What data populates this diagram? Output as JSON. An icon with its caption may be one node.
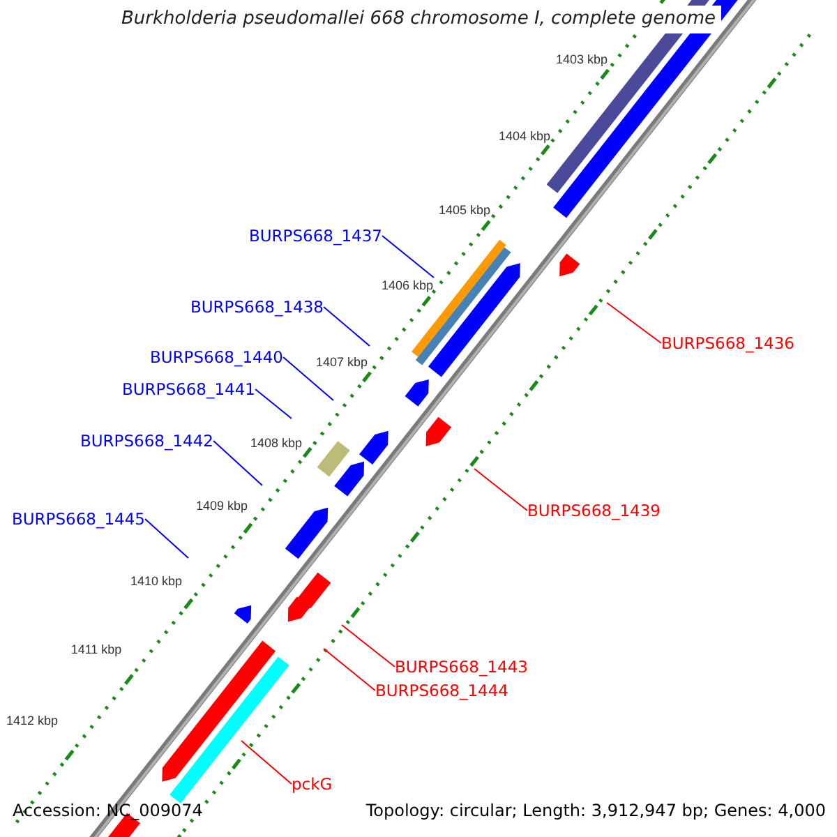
{
  "diagram": {
    "title": "Burkholderia pseudomallei 668 chromosome I, complete genome",
    "nodes": [
      {
        "text": [
          "BURPS668_1437"
        ]
      },
      {
        "text": [
          "BURPS668_1438"
        ]
      },
      {
        "text": [
          "BURPS668_1436"
        ]
      },
      {
        "text": [
          "BURPS668_1440"
        ]
      },
      {
        "text": [
          "BURPS668_1441"
        ]
      },
      {
        "text": [
          "BURPS668_1442"
        ]
      },
      {
        "text": [
          "BURPS668_1439"
        ]
      },
      {
        "text": [
          "BURPS668_1445"
        ]
      },
      {
        "text": [
          "BURPS668_1443"
        ]
      },
      {
        "text": [
          "BURPS668_1444"
        ]
      },
      {
        "text": [
          "pckG"
        ]
      }
    ],
    "edges": [
      {
        "from": 0,
        "to": null,
        "arrow": "none"
      },
      {
        "from": 1,
        "to": null,
        "arrow": "none"
      },
      {
        "from": 2,
        "to": null,
        "arrow": "none",
        "color": "#ff0000"
      },
      {
        "from": 3,
        "to": null,
        "arrow": "none"
      },
      {
        "from": 4,
        "to": null,
        "arrow": "none"
      },
      {
        "from": 5,
        "to": null,
        "arrow": "none"
      },
      {
        "from": 6,
        "to": null,
        "arrow": "none",
        "color": "#ff0000"
      },
      {
        "from": 7,
        "to": null,
        "arrow": "none"
      },
      {
        "from": 8,
        "to": null,
        "arrow": "none",
        "color": "#ff0000"
      },
      {
        "from": 9,
        "to": null,
        "arrow": "none",
        "color": "#ff0000"
      },
      {
        "from": 10,
        "to": null,
        "arrow": "none",
        "color": "#ff0000"
      }
    ],
    "labels": [
      "1403 kbp",
      "1404 kbp",
      "1405 kbp",
      "1406 kbp",
      "1407 kbp",
      "1408 kbp",
      "1409 kbp",
      "1410 kbp",
      "1411 kbp",
      "1412 kbp",
      "Accession: NC_009074",
      "Topology: circular; Length: 3,912,947 bp; Genes: 4,000"
    ]
  }
}
